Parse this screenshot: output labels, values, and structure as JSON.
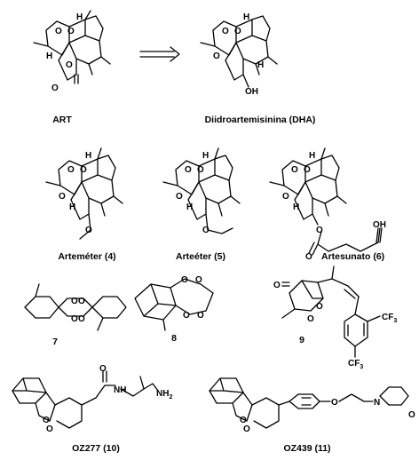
{
  "compounds": {
    "art": {
      "label": "ART"
    },
    "dha": {
      "label": "Diidroartemisinina (DHA)"
    },
    "c4": {
      "label": "Arteméter (4)"
    },
    "c5": {
      "label": "Arteéter (5)"
    },
    "c6": {
      "label": "Artesunato (6)"
    },
    "c7": {
      "label": "7"
    },
    "c8": {
      "label": "8"
    },
    "c9": {
      "label": "9"
    },
    "c10": {
      "label": "OZ277 (10)"
    },
    "c11": {
      "label": "OZ439 (11)"
    }
  },
  "atoms": {
    "H": "H",
    "O": "O",
    "OH": "OH",
    "NH": "NH",
    "NH2": "NH",
    "NH2_sub": "2",
    "N": "N",
    "CF3": "CF",
    "CF3_sub": "3"
  },
  "arrow": {
    "type": "open-double-arrow"
  }
}
